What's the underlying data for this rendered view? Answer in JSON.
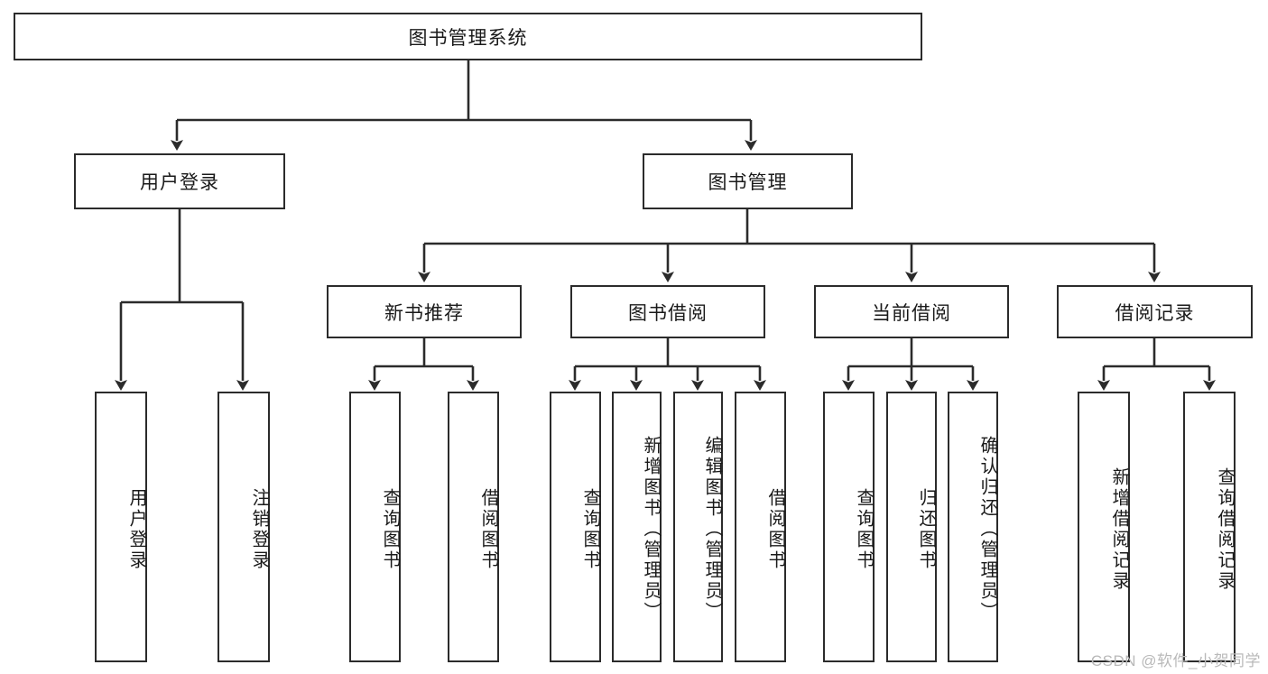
{
  "diagram": {
    "type": "tree-hierarchy",
    "title_box": {
      "label": "图书管理系统"
    },
    "level2": [
      {
        "id": "user-login",
        "label": "用户登录"
      },
      {
        "id": "book-management",
        "label": "图书管理"
      }
    ],
    "level3": [
      {
        "id": "new-book-recommend",
        "label": "新书推荐",
        "parent": "book-management"
      },
      {
        "id": "book-borrow",
        "label": "图书借阅",
        "parent": "book-management"
      },
      {
        "id": "current-borrow",
        "label": "当前借阅",
        "parent": "book-management"
      },
      {
        "id": "borrow-record",
        "label": "借阅记录",
        "parent": "book-management"
      }
    ],
    "leaves": {
      "user-login": [
        {
          "id": "leaf-user-login",
          "label": "用户登录"
        },
        {
          "id": "leaf-user-logout",
          "label": "注销登录"
        }
      ],
      "new-book-recommend": [
        {
          "id": "leaf-query-book-1",
          "label": "查询图书"
        },
        {
          "id": "leaf-borrow-book-1",
          "label": "借阅图书"
        }
      ],
      "book-borrow": [
        {
          "id": "leaf-query-book-2",
          "label": "查询图书"
        },
        {
          "id": "leaf-add-book",
          "label": "新增图书（管理员）"
        },
        {
          "id": "leaf-edit-book",
          "label": "编辑图书（管理员）"
        },
        {
          "id": "leaf-borrow-book-2",
          "label": "借阅图书"
        }
      ],
      "current-borrow": [
        {
          "id": "leaf-query-book-3",
          "label": "查询图书"
        },
        {
          "id": "leaf-return-book",
          "label": "归还图书"
        },
        {
          "id": "leaf-confirm-return",
          "label": "确认归还（管理员）"
        }
      ],
      "borrow-record": [
        {
          "id": "leaf-add-borrow-record",
          "label": "新增借阅记录"
        },
        {
          "id": "leaf-query-borrow-record",
          "label": "查询借阅记录"
        }
      ]
    },
    "watermark": "CSDN @软件_小贺同学",
    "colors": {
      "stroke": "#2b2b2b",
      "background": "#ffffff",
      "text": "#1a1a1a",
      "watermark": "#b9b9b9"
    }
  }
}
